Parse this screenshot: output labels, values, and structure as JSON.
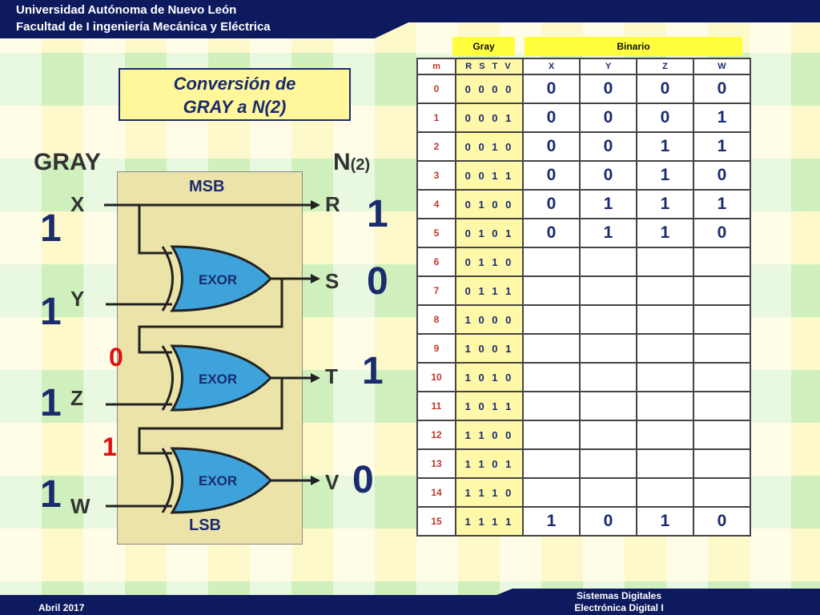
{
  "header": {
    "line1": "Universidad Autónoma de Nuevo León",
    "line2": "Facultad de I ingeniería Mecánica y Eléctrica"
  },
  "title": {
    "line1": "Conversión de",
    "line2": "GRAY a N(2)"
  },
  "diagram": {
    "gray_label": "GRAY",
    "n2_label": "N",
    "n2_sub": "(2)",
    "msb": "MSB",
    "lsb": "LSB",
    "gate_label": "EXOR",
    "inputs": [
      "X",
      "Y",
      "Z",
      "W"
    ],
    "outputs": [
      "R",
      "S",
      "T",
      "V"
    ],
    "input_values": [
      "1",
      "1",
      "1",
      "1"
    ],
    "output_values": [
      "1",
      "0",
      "1",
      "0"
    ],
    "intermediate_values": [
      "0",
      "1"
    ],
    "colors": {
      "gate_fill": "#3fa3db",
      "gate_text": "#1a2b6e",
      "wire": "#222222",
      "intermediate": "#e01010",
      "navy": "#0d1a5e"
    }
  },
  "table": {
    "tab_gray": "Gray",
    "tab_binario": "Binario",
    "headers": [
      "m",
      "R S T V",
      "X",
      "Y",
      "Z",
      "W"
    ],
    "rows": [
      {
        "m": "0",
        "gray": "0 0 0 0",
        "b": [
          "0",
          "0",
          "0",
          "0"
        ]
      },
      {
        "m": "1",
        "gray": "0 0 0 1",
        "b": [
          "0",
          "0",
          "0",
          "1"
        ]
      },
      {
        "m": "2",
        "gray": "0 0 1 0",
        "b": [
          "0",
          "0",
          "1",
          "1"
        ]
      },
      {
        "m": "3",
        "gray": "0 0 1 1",
        "b": [
          "0",
          "0",
          "1",
          "0"
        ]
      },
      {
        "m": "4",
        "gray": "0 1 0 0",
        "b": [
          "0",
          "1",
          "1",
          "1"
        ]
      },
      {
        "m": "5",
        "gray": "0 1 0 1",
        "b": [
          "0",
          "1",
          "1",
          "0"
        ]
      },
      {
        "m": "6",
        "gray": "0 1 1 0",
        "b": [
          "",
          "",
          "",
          ""
        ]
      },
      {
        "m": "7",
        "gray": "0 1 1 1",
        "b": [
          "",
          "",
          "",
          ""
        ]
      },
      {
        "m": "8",
        "gray": "1 0 0 0",
        "b": [
          "",
          "",
          "",
          ""
        ]
      },
      {
        "m": "9",
        "gray": "1 0 0 1",
        "b": [
          "",
          "",
          "",
          ""
        ]
      },
      {
        "m": "10",
        "gray": "1 0 1 0",
        "b": [
          "",
          "",
          "",
          ""
        ]
      },
      {
        "m": "11",
        "gray": "1 0 1 1",
        "b": [
          "",
          "",
          "",
          ""
        ]
      },
      {
        "m": "12",
        "gray": "1 1 0 0",
        "b": [
          "",
          "",
          "",
          ""
        ]
      },
      {
        "m": "13",
        "gray": "1 1 0 1",
        "b": [
          "",
          "",
          "",
          ""
        ]
      },
      {
        "m": "14",
        "gray": "1 1 1 0",
        "b": [
          "",
          "",
          "",
          ""
        ]
      },
      {
        "m": "15",
        "gray": "1 1 1 1",
        "b": [
          "1",
          "0",
          "1",
          "0"
        ]
      }
    ]
  },
  "footer": {
    "date": "Abril 2017",
    "course1": "Sistemas Digitales",
    "course2": "Electrónica Digital I"
  }
}
